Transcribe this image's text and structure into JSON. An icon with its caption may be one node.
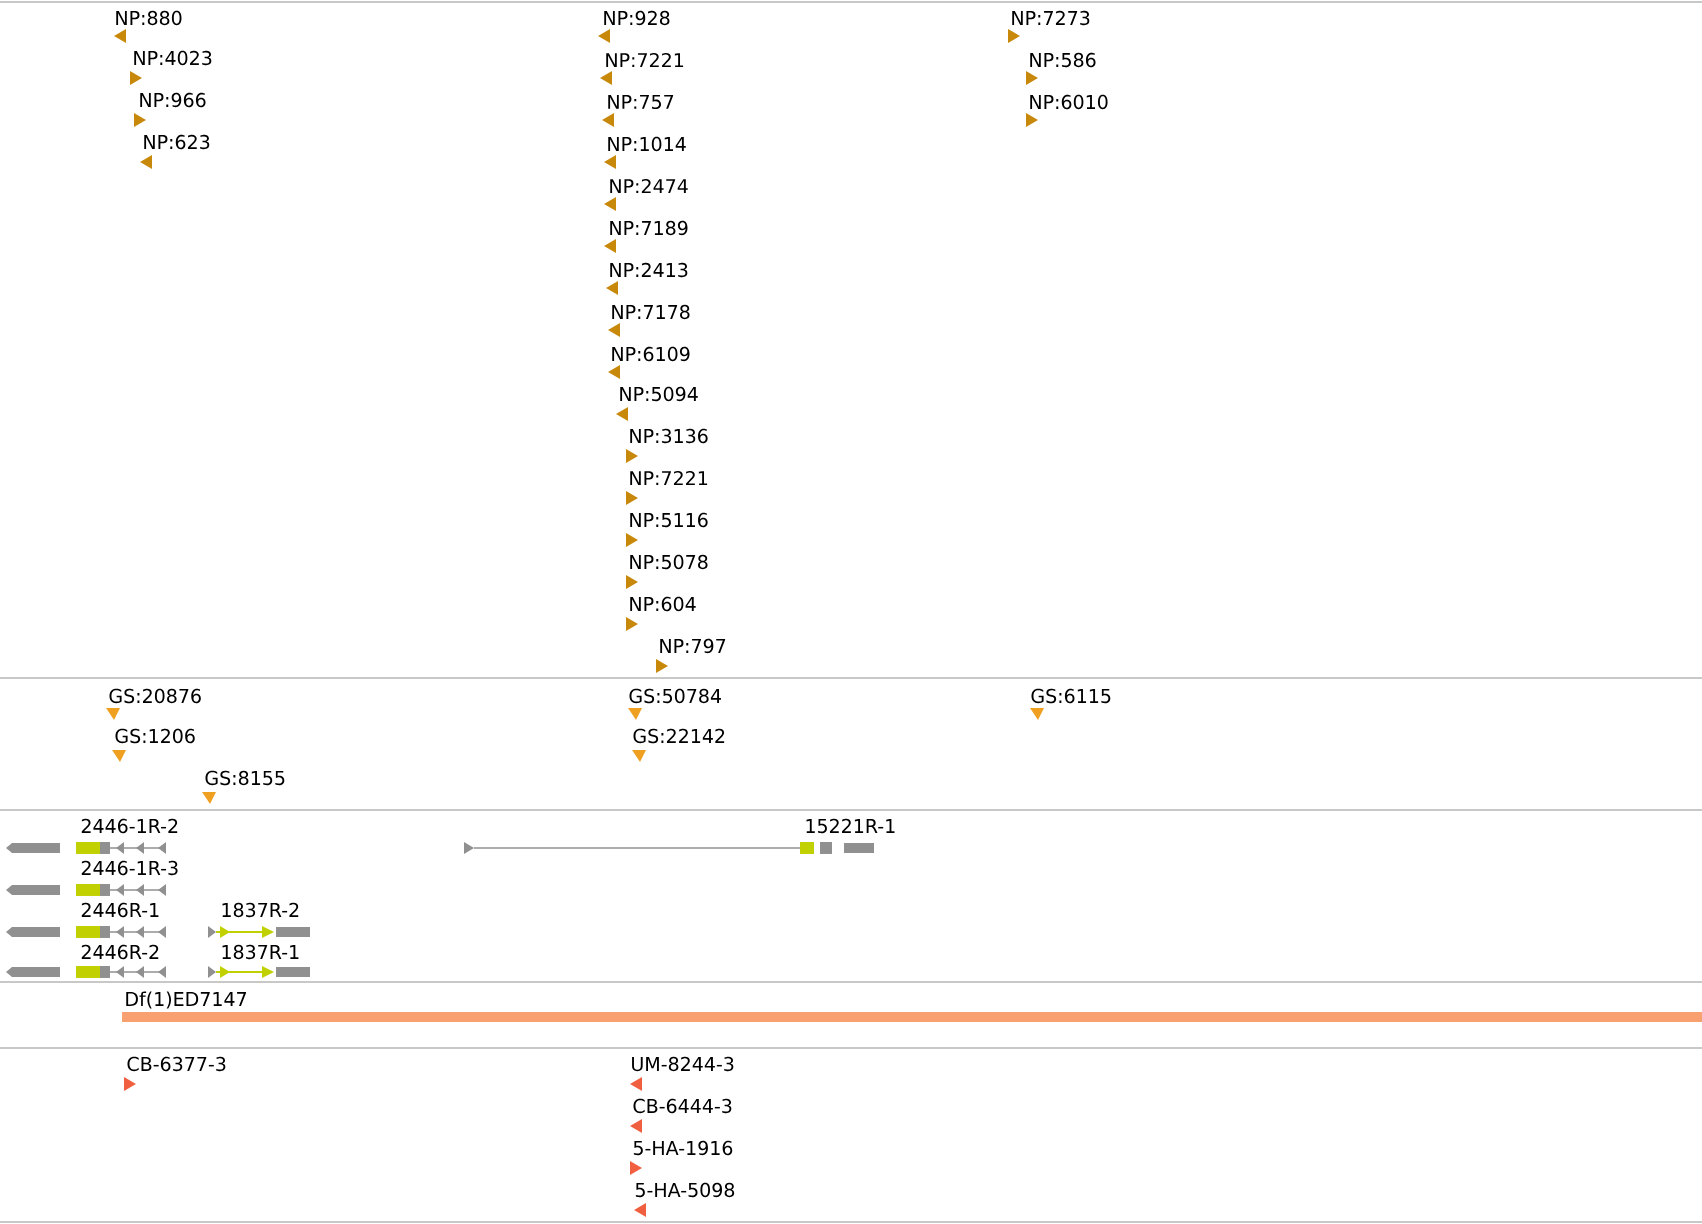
{
  "diagram": {
    "labels": [
      "NP:880",
      "NP:4023",
      "NP:966",
      "NP:623",
      "NP:928",
      "NP:7221",
      "NP:757",
      "NP:1014",
      "NP:2474",
      "NP:7189",
      "NP:2413",
      "NP:7178",
      "NP:6109",
      "NP:5094",
      "NP:3136",
      "NP:7221",
      "NP:5116",
      "NP:5078",
      "NP:604",
      "NP:797",
      "NP:7273",
      "NP:586",
      "NP:6010",
      "GS:20876",
      "GS:1206",
      "GS:8155",
      "GS:50784",
      "GS:22142",
      "GS:6115",
      "2446-1R-2",
      "2446-1R-3",
      "2446R-1",
      "1837R-2",
      "2446R-2",
      "1837R-1",
      "15221R-1",
      "Df(1)ED7147",
      "CB-6377-3",
      "UM-8244-3",
      "CB-6444-3",
      "5-HA-1916",
      "5-HA-5098"
    ]
  }
}
